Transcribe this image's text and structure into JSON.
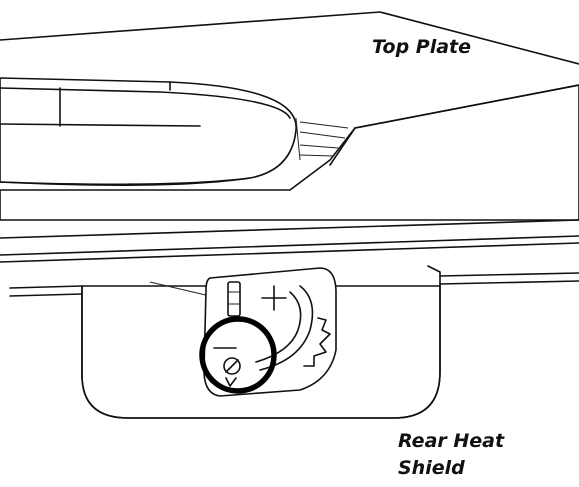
{
  "labels": {
    "top_plate": "Top Plate",
    "rear_heat_shield_line1": "Rear Heat",
    "rear_heat_shield_line2": "Shield"
  },
  "dial": {
    "plus_symbol": "+",
    "minus_symbol": "−"
  },
  "colors": {
    "line": "#111111",
    "background": "#ffffff",
    "highlight_ring": "#000000"
  }
}
